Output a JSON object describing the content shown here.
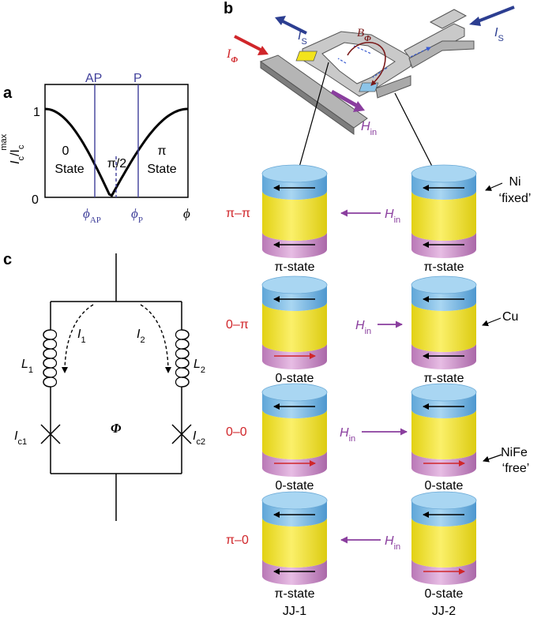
{
  "panel_a": {
    "label": "a",
    "y_tick_1": "1",
    "y_tick_0": "0",
    "ylabel_I": "I",
    "ylabel_sub_c": "c",
    "ylabel_slash": "/I",
    "ylabel_sub2": "c",
    "ylabel_sup": "max",
    "ap_label": "AP",
    "p_label": "P",
    "zero_state_top": "0",
    "zero_state_bottom": "State",
    "pi_half": "π/2",
    "pi_state_top": "π",
    "pi_state_bottom": "State",
    "phi_ap": "ϕ",
    "phi_ap_sub": "AP",
    "phi_p": "ϕ",
    "phi_p_sub": "P",
    "phi_axis": "ϕ",
    "curve": {
      "x_range": [
        0,
        1
      ],
      "y_range": [
        0,
        1
      ],
      "ap_position": 0.33,
      "p_position": 0.6,
      "minimum_at": 0.46
    }
  },
  "panel_b": {
    "label": "b",
    "is_left": "I",
    "is_left_sub": "S",
    "is_right": "I",
    "is_right_sub": "S",
    "i_phi": "I",
    "i_phi_sub": "Φ",
    "b_phi": "B",
    "b_phi_sub": "Φ",
    "h_in_top": "H",
    "h_in_top_sub": "in",
    "rows": [
      {
        "config": "π–π",
        "field": "H",
        "field_sub": "in",
        "field_dir": "left",
        "jj1_state": "π-state",
        "jj2_state": "π-state"
      },
      {
        "config": "0–π",
        "field": "H",
        "field_sub": "in",
        "field_dir": "right",
        "jj1_state": "0-state",
        "jj2_state": "π-state"
      },
      {
        "config": "0–0",
        "field": "H",
        "field_sub": "in",
        "field_dir": "right",
        "jj1_state": "0-state",
        "jj2_state": "0-state"
      },
      {
        "config": "π–0",
        "field": "H",
        "field_sub": "in",
        "field_dir": "left",
        "jj1_state": "π-state",
        "jj2_state": "0-state"
      }
    ],
    "ni_label": "Ni",
    "ni_sub": "‘fixed’",
    "cu_label": "Cu",
    "nife_label": "NiFe",
    "nife_sub": "‘free’",
    "jj1": "JJ-1",
    "jj2": "JJ-2"
  },
  "panel_c": {
    "label": "c",
    "i1": "I",
    "i1_sub": "1",
    "i2": "I",
    "i2_sub": "2",
    "l1": "L",
    "l1_sub": "1",
    "l2": "L",
    "l2_sub": "2",
    "ic1": "I",
    "ic1_sub": "c1",
    "ic2": "I",
    "ic2_sub": "c2",
    "flux": "Φ"
  },
  "colors": {
    "ap_p_lines": "#3f3f9a",
    "red_text": "#d0262a",
    "purple": "#8a3e9e",
    "blue_arrow": "#2c3e91",
    "top_layer": "#8cc4e8",
    "middle_layer": "#f2e31c",
    "bottom_layer": "#c88ec6"
  }
}
